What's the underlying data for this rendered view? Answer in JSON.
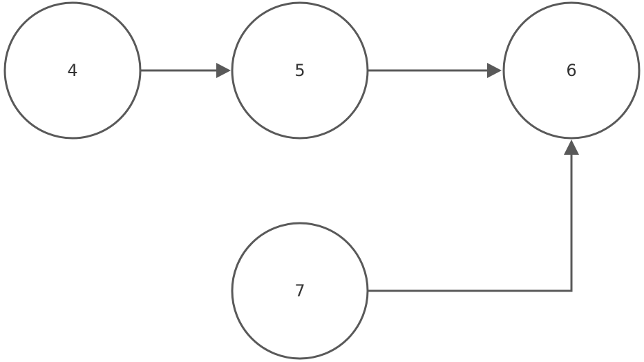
{
  "diagram": {
    "nodes": [
      {
        "id": "n4",
        "label": "4"
      },
      {
        "id": "n5",
        "label": "5"
      },
      {
        "id": "n6",
        "label": "6"
      },
      {
        "id": "n7",
        "label": "7"
      }
    ],
    "edges": [
      {
        "from": "n4",
        "to": "n5"
      },
      {
        "from": "n5",
        "to": "n6"
      },
      {
        "from": "n7",
        "to": "n6"
      }
    ],
    "colors": {
      "stroke": "#595959",
      "label": "#333333",
      "background": "#ffffff"
    }
  }
}
